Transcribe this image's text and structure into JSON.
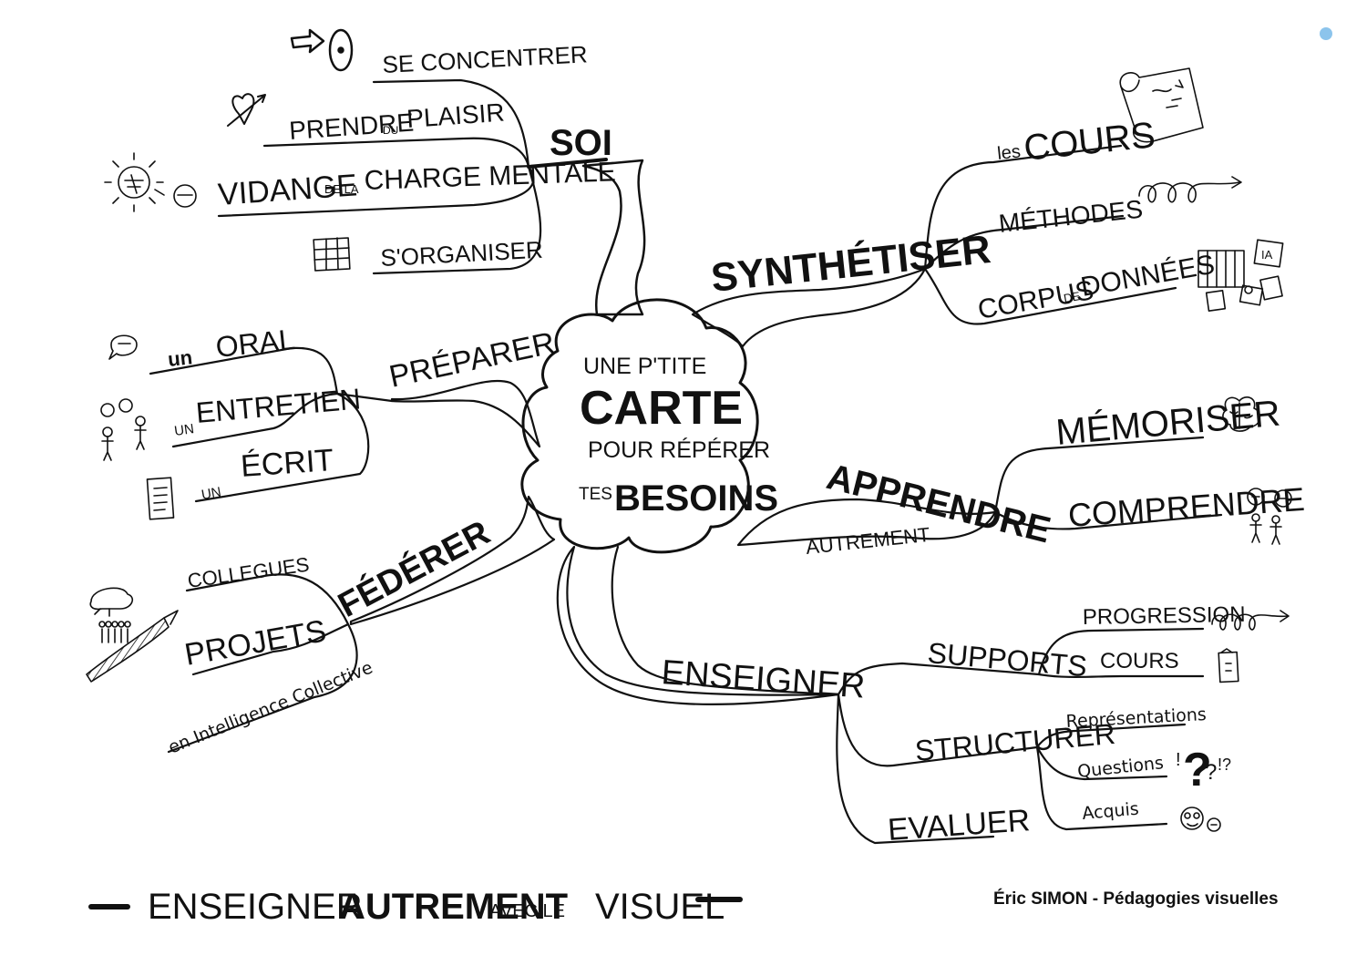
{
  "center": {
    "line1": "UNE P'TITE",
    "line2": "CARTE",
    "line3": "POUR RÉPÉRER",
    "line4_small": "TES",
    "line4_big": "BESOINS"
  },
  "branches": {
    "soi": {
      "label": "SOI",
      "items": {
        "concentrer": "SE CONCENTRER",
        "plaisir_a": "PRENDRE",
        "plaisir_b": "DU",
        "plaisir_c": "PLAISIR",
        "vidange_a": "VIDANGE",
        "vidange_b": "DE LA",
        "vidange_c": "CHARGE MENTALE",
        "organiser": "S'ORGANISER"
      }
    },
    "preparer": {
      "label": "PRÉPARER",
      "items": {
        "oral_a": "un",
        "oral_b": "ORAL",
        "entretien_a": "UN",
        "entretien_b": "ENTRETIEN",
        "ecrit_a": "UN",
        "ecrit_b": "ÉCRIT"
      }
    },
    "federer": {
      "label": "FÉDÉRER",
      "items": {
        "collegues": "COLLEGUES",
        "projets": "PROJETS",
        "intelligence": "en Intelligence Collective"
      }
    },
    "synthetiser": {
      "label": "SYNTHÉTISER",
      "items": {
        "cours_a": "les",
        "cours_b": "COURS",
        "methodes": "MÉTHODES",
        "corpus_a": "CORPUS",
        "corpus_b": "DE",
        "corpus_c": "DONNÉES"
      },
      "doc_icon_text": "IA"
    },
    "apprendre": {
      "label": "APPRENDRE",
      "sublabel": "AUTREMENT",
      "items": {
        "memoriser": "MÉMORISER",
        "comprendre": "COMPRENDRE"
      }
    },
    "enseigner": {
      "label": "ENSEIGNER",
      "supports": {
        "label": "SUPPORTS",
        "progression": "PROGRESSION",
        "cours": "COURS"
      },
      "structurer": {
        "label": "STRUCTURER",
        "representations": "Représentations",
        "questions": "Questions",
        "acquis": "Acquis"
      },
      "evaluer": "EVALUER"
    }
  },
  "footer": {
    "w1": "ENSEIGNER",
    "w2": "AUTREMENT",
    "w3": "AVEC LE",
    "w4": "VISUEL"
  },
  "credit": "Éric SIMON - Pédagogies visuelles",
  "marker_color": "#8cc4ec"
}
